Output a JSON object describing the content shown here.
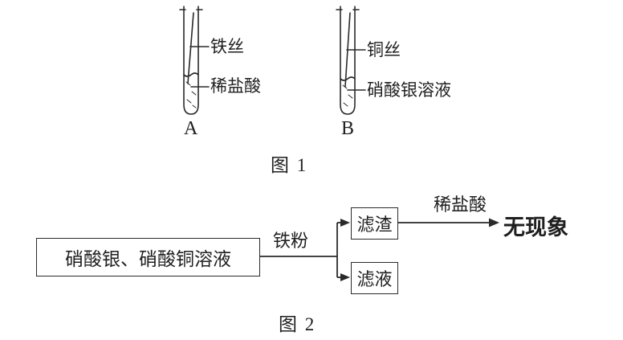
{
  "figure1": {
    "caption": "图 1",
    "tube_a": {
      "letter": "A",
      "wire_label": "铁丝",
      "solution_label": "稀盐酸"
    },
    "tube_b": {
      "letter": "B",
      "wire_label": "铜丝",
      "solution_label": "硝酸银溶液"
    }
  },
  "figure2": {
    "caption": "图 2",
    "source_box_label": "硝酸银、硝酸铜溶液",
    "added_reagent_label": "铁粉",
    "residue_box_label": "滤渣",
    "filtrate_box_label": "滤液",
    "test_reagent_label": "稀盐酸",
    "result_label": "无现象"
  },
  "colors": {
    "ink": "#2a2a2a",
    "background": "#ffffff"
  }
}
